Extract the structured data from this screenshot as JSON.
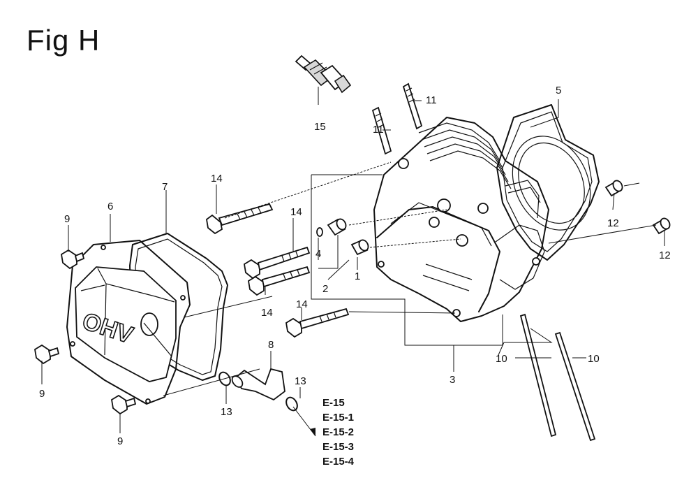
{
  "title": "Fig H",
  "callouts": {
    "c1": "1",
    "c2": "2",
    "c3": "3",
    "c4": "4",
    "c5": "5",
    "c6": "6",
    "c7": "7",
    "c8": "8",
    "c9a": "9",
    "c9b": "9",
    "c9c": "9",
    "c10a": "10",
    "c10b": "10",
    "c11a": "11",
    "c11b": "11",
    "c12a": "12",
    "c12b": "12",
    "c13a": "13",
    "c13b": "13",
    "c14a": "14",
    "c14b": "14",
    "c14c": "14",
    "c14d": "14",
    "c15": "15"
  },
  "references": [
    "E-15",
    "E-15-1",
    "E-15-2",
    "E-15-3",
    "E-15-4"
  ]
}
